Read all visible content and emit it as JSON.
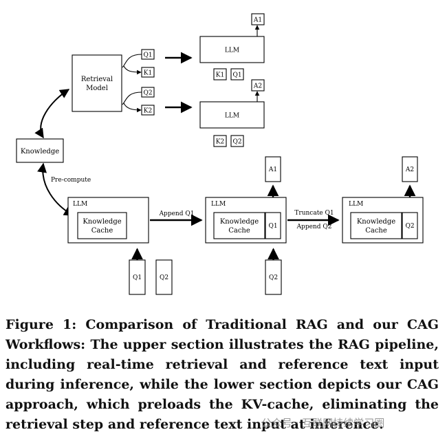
{
  "figure": {
    "rag": {
      "retrieval_model": [
        "Retrieval",
        "Model"
      ],
      "knowledge": "Knowledge",
      "q1": "Q1",
      "k1": "K1",
      "q2": "Q2",
      "k2": "K2",
      "llm": "LLM",
      "a1": "A1",
      "a2": "A2"
    },
    "cag": {
      "precompute": "Pre-compute",
      "llm": "LLM",
      "knowledge_cache": [
        "Knowledge",
        "Cache"
      ],
      "append_q1": "Append Q1",
      "truncate_q1": "Truncate Q1",
      "append_q2": "Append Q2",
      "q1": "Q1",
      "q2": "Q2",
      "a1": "A1",
      "a2": "A2"
    }
  },
  "caption": {
    "label": "Figure 1:",
    "text": "Comparison of Traditional RAG and our CAG Workflows: The upper section illustrates the RAG pipeline, including real-time retrieval and reference text input during inference, while the lower section depicts our CAG approach, which preloads the KV-cache, eliminating the retrieval step and reference text input at inference."
  },
  "watermark": "公众号 · 互联网持续学习圈"
}
